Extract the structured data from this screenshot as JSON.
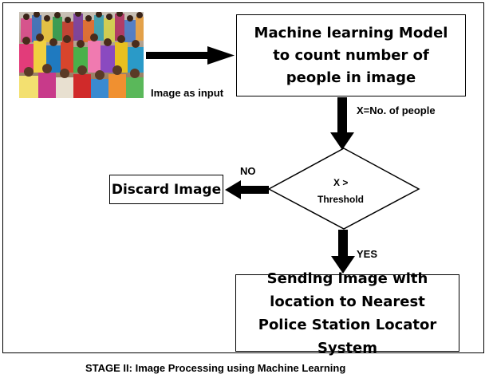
{
  "nodes": {
    "ml_model": "Machine learning Model to count number of people in image",
    "decision_line1": "X >",
    "decision_line2": "Threshold",
    "discard": "Discard Image",
    "send": "Sending image with location to Nearest Police Station Locator System"
  },
  "edges": {
    "image_input": "Image as input",
    "x_count": "X=No. of people",
    "no": "NO",
    "yes": "YES"
  },
  "caption": "STAGE II: Image Processing using Machine Learning",
  "colors": {
    "stroke": "#000000",
    "background": "#ffffff"
  }
}
